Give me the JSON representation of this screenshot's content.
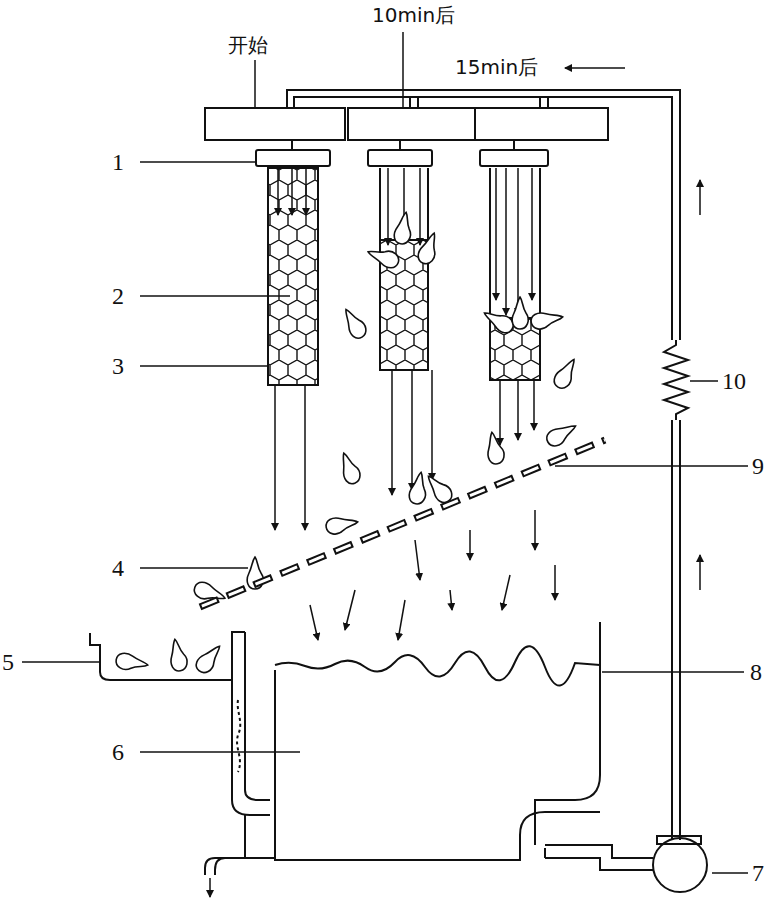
{
  "diagram": {
    "labels": [
      "开始",
      "10min后",
      "15min后",
      "1",
      "2",
      "3",
      "4",
      "5",
      "6",
      "7",
      "8",
      "9",
      "10"
    ]
  }
}
